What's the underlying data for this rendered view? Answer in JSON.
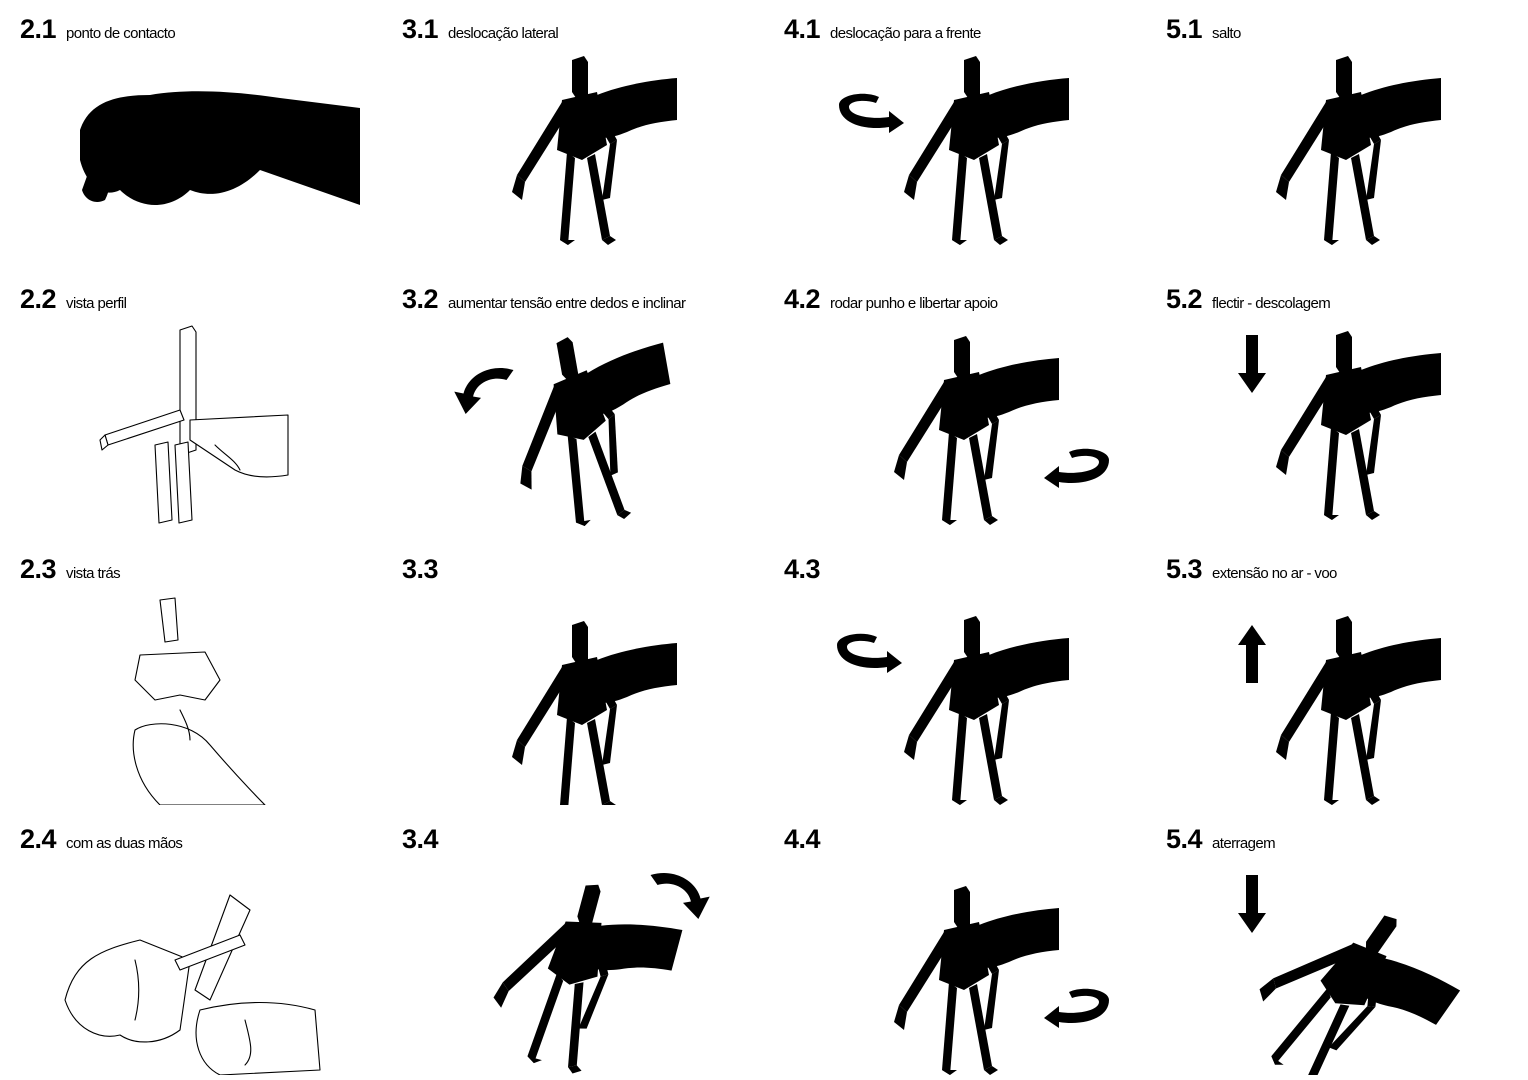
{
  "figures": [
    {
      "num": "2.1",
      "caption": "ponto de contacto"
    },
    {
      "num": "3.1",
      "caption": "deslocação lateral"
    },
    {
      "num": "4.1",
      "caption": "deslocação para a frente"
    },
    {
      "num": "5.1",
      "caption": "salto"
    },
    {
      "num": "2.2",
      "caption": "vista perfil"
    },
    {
      "num": "3.2",
      "caption": "aumentar tensão entre dedos e inclinar"
    },
    {
      "num": "4.2",
      "caption": "rodar punho e libertar apoio"
    },
    {
      "num": "5.2",
      "caption": "flectir - descolagem"
    },
    {
      "num": "2.3",
      "caption": "vista trás"
    },
    {
      "num": "3.3",
      "caption": ""
    },
    {
      "num": "4.3",
      "caption": ""
    },
    {
      "num": "5.3",
      "caption": "extensão no ar - voo"
    },
    {
      "num": "2.4",
      "caption": "com as duas mãos"
    },
    {
      "num": "3.4",
      "caption": ""
    },
    {
      "num": "4.4",
      "caption": ""
    },
    {
      "num": "5.4",
      "caption": "aterragem"
    }
  ],
  "colors": {
    "ink": "#000000",
    "background": "#ffffff"
  },
  "icons": [
    "hand-drawing",
    "puppet-figure",
    "rotate-arrow-icon",
    "down-arrow-icon",
    "up-arrow-icon",
    "curved-arrow-icon"
  ]
}
